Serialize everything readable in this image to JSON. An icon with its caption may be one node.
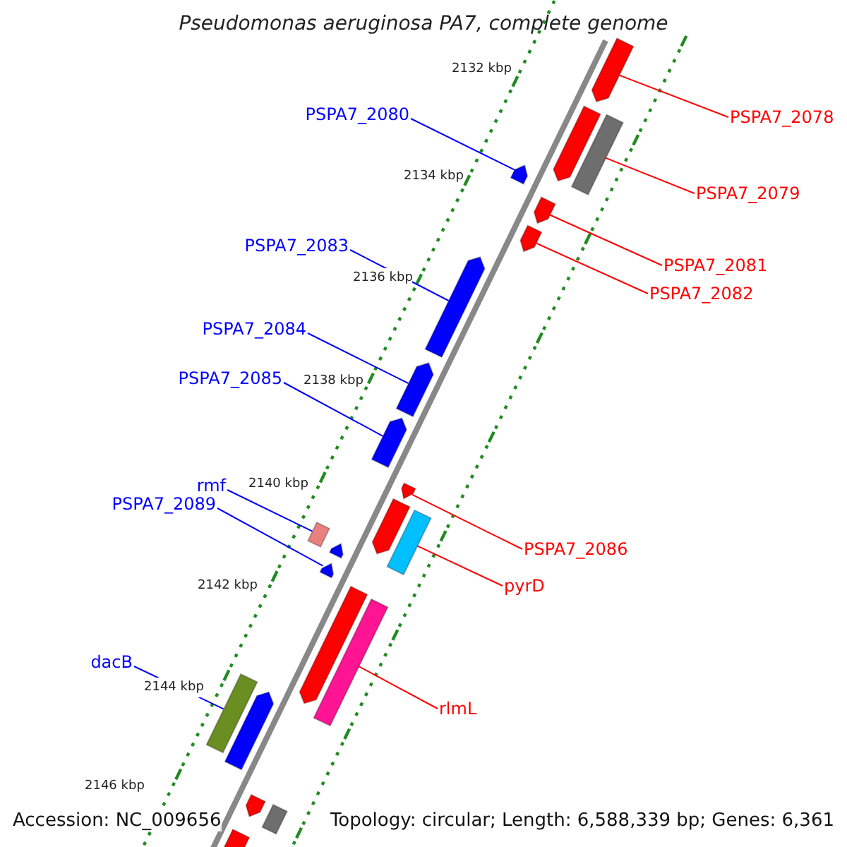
{
  "diagram": {
    "title": "Pseudomonas aeruginosa PA7, complete genome",
    "nodes": [
      {
        "text": [
          "PSPA7_2078"
        ]
      },
      {
        "text": [
          "PSPA7_2079"
        ]
      },
      {
        "text": [
          "PSPA7_2080"
        ]
      },
      {
        "text": [
          "PSPA7_2081"
        ]
      },
      {
        "text": [
          "PSPA7_2082"
        ]
      },
      {
        "text": [
          "PSPA7_2083"
        ]
      },
      {
        "text": [
          "PSPA7_2084"
        ]
      },
      {
        "text": [
          "PSPA7_2085"
        ]
      },
      {
        "text": [
          "rmf"
        ]
      },
      {
        "text": [
          "PSPA7_2089"
        ]
      },
      {
        "text": [
          "PSPA7_2086"
        ]
      },
      {
        "text": [
          "pyrD"
        ]
      },
      {
        "text": [
          "rlmL"
        ]
      },
      {
        "text": [
          "dacB"
        ]
      },
      {
        "text": [],
        "shape": "bar"
      },
      {
        "text": [],
        "shape": "bar"
      },
      {
        "text": [],
        "shape": "bar"
      },
      {
        "text": [],
        "shape": "bar"
      },
      {
        "text": [],
        "shape": "bar"
      },
      {
        "text": [],
        "shape": "bar"
      },
      {
        "text": [],
        "shape": "bar"
      },
      {
        "text": [],
        "shape": "bar"
      },
      {
        "text": [],
        "shape": "bar"
      },
      {
        "text": [],
        "shape": "bar"
      },
      {
        "text": [],
        "shape": "bar"
      },
      {
        "text": [],
        "shape": "bar"
      },
      {
        "text": [],
        "shape": "bar"
      },
      {
        "text": [],
        "shape": "bar"
      },
      {
        "text": [],
        "shape": "bar"
      },
      {
        "text": [],
        "shape": "bar"
      },
      {
        "text": [],
        "shape": "bar"
      },
      {
        "text": [],
        "shape": "bar"
      },
      {
        "text": [],
        "shape": "bar"
      },
      {
        "text": [],
        "shape": "bar"
      },
      {
        "text": [],
        "shape": "bar"
      },
      {
        "text": [],
        "shape": "bar"
      }
    ],
    "edges": [
      {
        "from": 0,
        "to": 14,
        "arrow": "none",
        "color": "#ff0000"
      },
      {
        "from": 1,
        "to": 16,
        "arrow": "none",
        "color": "#ff0000"
      },
      {
        "from": 2,
        "to": 17,
        "arrow": "none",
        "color": "#0000ff"
      },
      {
        "from": 3,
        "to": 18,
        "arrow": "none",
        "color": "#ff0000"
      },
      {
        "from": 4,
        "to": 19,
        "arrow": "none",
        "color": "#ff0000"
      },
      {
        "from": 5,
        "to": 20,
        "arrow": "none",
        "color": "#0000ff"
      },
      {
        "from": 6,
        "to": 21,
        "arrow": "none",
        "color": "#0000ff"
      },
      {
        "from": 7,
        "to": 22,
        "arrow": "none",
        "color": "#0000ff"
      },
      {
        "from": 8,
        "to": 26,
        "arrow": "none",
        "color": "#0000ff"
      },
      {
        "from": 9,
        "to": 28,
        "arrow": "none",
        "color": "#0000ff"
      },
      {
        "from": 10,
        "to": 23,
        "arrow": "none",
        "color": "#ff0000"
      },
      {
        "from": 11,
        "to": 25,
        "arrow": "none",
        "color": "#ff0000"
      },
      {
        "from": 12,
        "to": 30,
        "arrow": "none",
        "color": "#ff0000"
      },
      {
        "from": 13,
        "to": 31,
        "arrow": "none",
        "color": "#0000ff"
      }
    ],
    "labels": [
      "2132 kbp",
      "2134 kbp",
      "2136 kbp",
      "2138 kbp",
      "2140 kbp",
      "2142 kbp",
      "2144 kbp",
      "2146 kbp",
      "Accession: NC_009656",
      "Topology: circular; Length: 6,588,339 bp; Genes: 6,361"
    ]
  }
}
